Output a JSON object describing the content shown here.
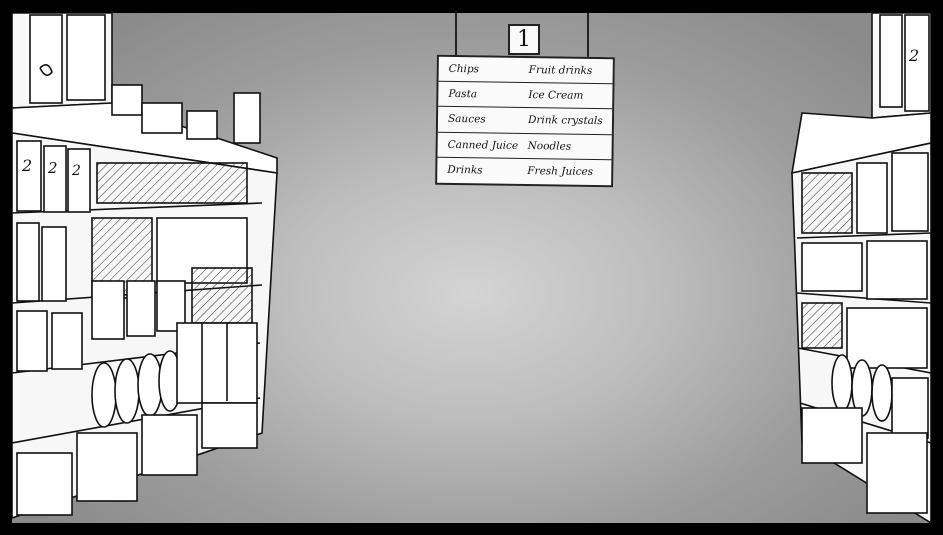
{
  "aisle_number": "1",
  "sign": {
    "rows": [
      {
        "left": "Chips",
        "right": "Fruit drinks"
      },
      {
        "left": "Pasta",
        "right": "Ice Cream"
      },
      {
        "left": "Sauces",
        "right": "Drink crystals"
      },
      {
        "left": "Canned Juice",
        "right": "Noodles"
      },
      {
        "left": "Drinks",
        "right": "Fresh Juices"
      }
    ]
  }
}
